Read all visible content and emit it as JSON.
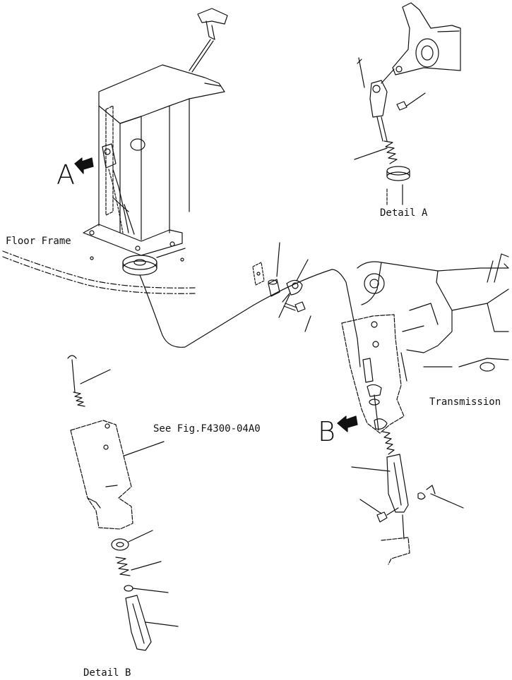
{
  "labels": {
    "view_a": "A",
    "view_b": "B",
    "detail_a": "Detail A",
    "detail_b": "Detail B",
    "floor_frame": "Floor Frame",
    "transmission": "Transmission",
    "see_fig": "See Fig.F4300-04A0"
  },
  "colors": {
    "ink": "#111111",
    "paper": "#ffffff"
  }
}
